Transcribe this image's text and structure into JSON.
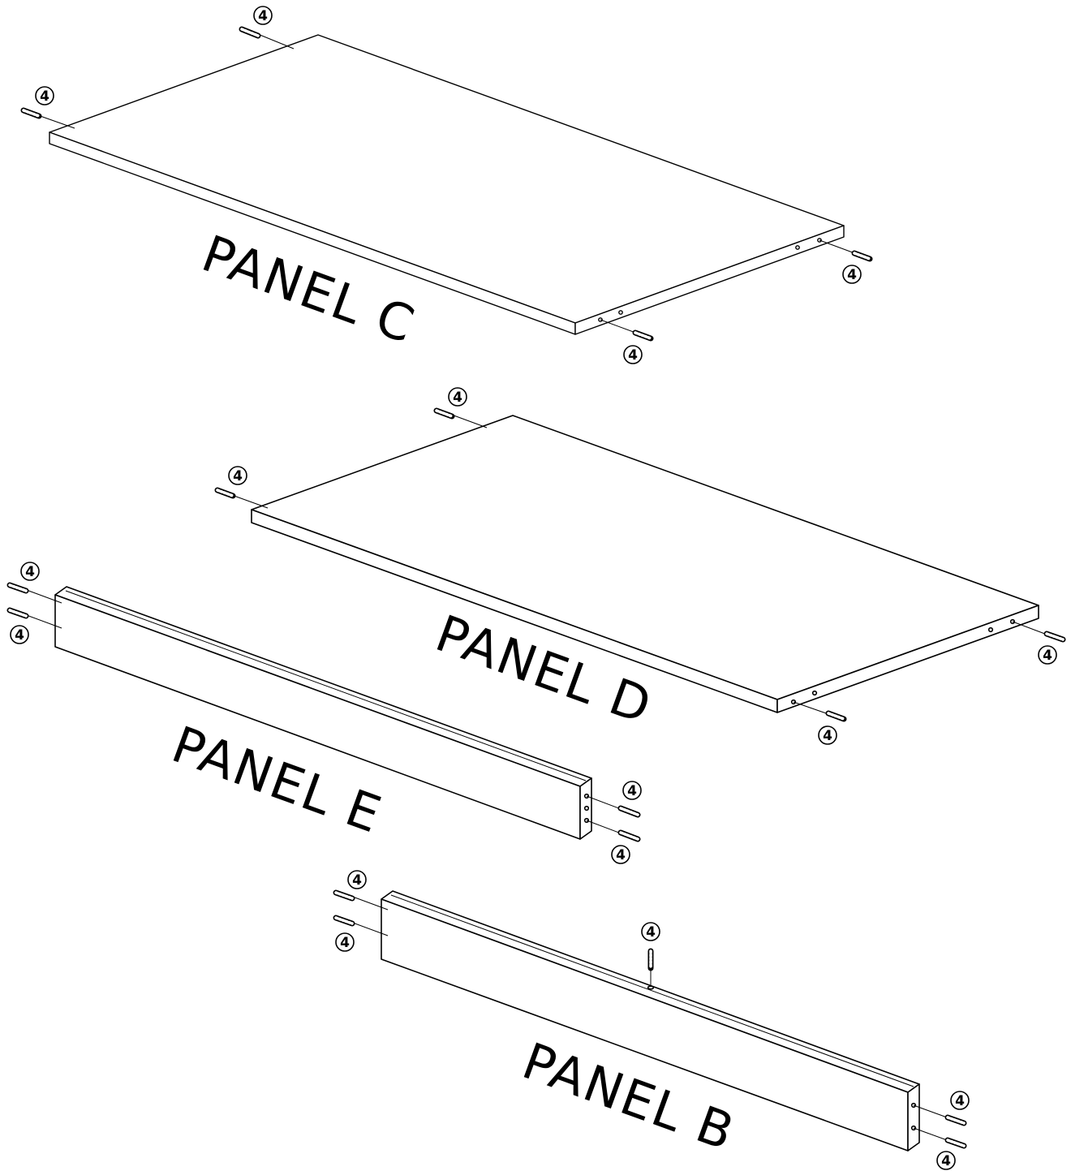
{
  "diagram": {
    "panels": [
      {
        "id": "C",
        "label": "PANEL C"
      },
      {
        "id": "D",
        "label": "PANEL D"
      },
      {
        "id": "E",
        "label": "PANEL E"
      },
      {
        "id": "B",
        "label": "PANEL B"
      }
    ],
    "part_number": "4"
  }
}
